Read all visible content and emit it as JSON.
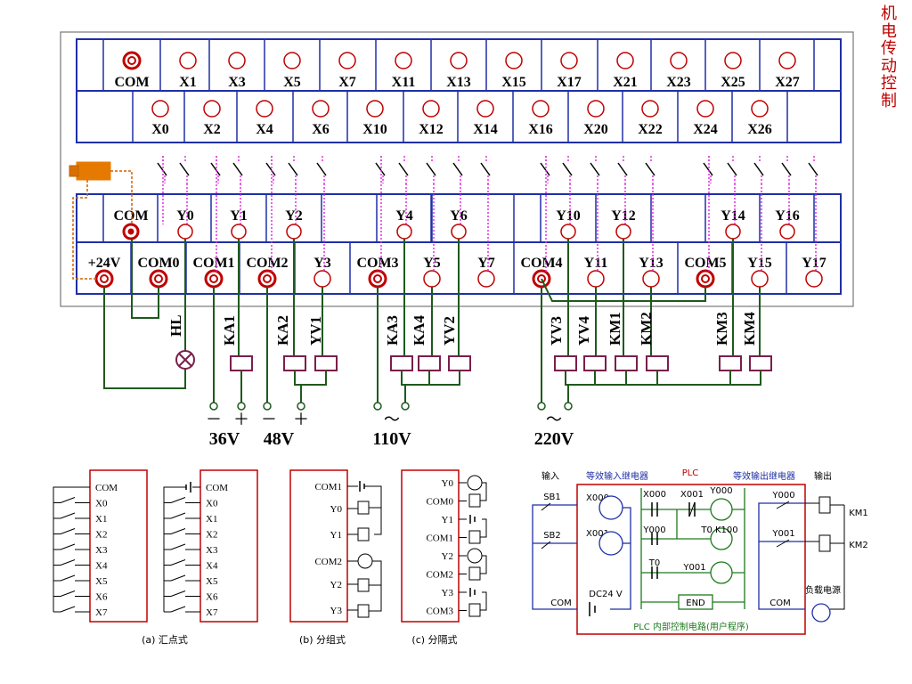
{
  "side_title": [
    "机",
    "电",
    "传",
    "动",
    "控",
    "制"
  ],
  "input_terminals": {
    "row1": [
      "COM",
      "X1",
      "X3",
      "X5",
      "X7",
      "X11",
      "X13",
      "X15",
      "X17",
      "X21",
      "X23",
      "X25",
      "X27"
    ],
    "row2": [
      "X0",
      "X2",
      "X4",
      "X6",
      "X10",
      "X12",
      "X14",
      "X16",
      "X20",
      "X22",
      "X24",
      "X26"
    ]
  },
  "output_terminals": {
    "row1": [
      "COM",
      "Y0",
      "Y1",
      "Y2",
      "Y4",
      "Y6",
      "Y10",
      "Y12",
      "Y14",
      "Y16"
    ],
    "row2": [
      "+24V",
      "COM0",
      "COM1",
      "COM2",
      "Y3",
      "COM3",
      "Y5",
      "Y7",
      "COM4",
      "Y11",
      "Y13",
      "COM5",
      "Y15",
      "Y17"
    ]
  },
  "loads": [
    "HL",
    "KA1",
    "KA2",
    "YV1",
    "KA3",
    "KA4",
    "YV2",
    "YV3",
    "YV4",
    "KM1",
    "KM2",
    "KM3",
    "KM4"
  ],
  "supply_signs": [
    "－",
    "＋",
    "－",
    "＋",
    "～",
    "～"
  ],
  "voltages": [
    "36V",
    "48V",
    "110V",
    "220V"
  ],
  "diagram_a": {
    "labels": [
      "COM",
      "X0",
      "X1",
      "X2",
      "X3",
      "X4",
      "X5",
      "X6",
      "X7"
    ],
    "caption": "(a) 汇点式"
  },
  "diagram_b": {
    "labels": [
      "COM1",
      "Y0",
      "Y1",
      "COM2",
      "Y2",
      "Y3"
    ],
    "caption": "(b) 分组式"
  },
  "diagram_c": {
    "labels": [
      "Y0",
      "COM0",
      "Y1",
      "COM1",
      "Y2",
      "COM2",
      "Y3",
      "COM3"
    ],
    "caption": "(c) 分隔式"
  },
  "plc_diagram": {
    "header_input": "输入",
    "header_equiv_in": "等效输入继电器",
    "header_plc": "PLC",
    "header_equiv_out": "等效输出继电器",
    "header_output": "输出",
    "inputs": [
      "SB1",
      "SB2"
    ],
    "in_contacts": [
      "X000",
      "X001"
    ],
    "com_left": "COM",
    "dc": "DC24 V",
    "ladder": [
      "X000",
      "X001",
      "Y000",
      "Y000",
      "T0 K100",
      "T0",
      "Y001",
      "END"
    ],
    "out_contacts": [
      "Y000",
      "Y001"
    ],
    "coils": [
      "KM1",
      "KM2"
    ],
    "load": "负载电源",
    "com_right": "COM",
    "footer": "PLC 内部控制电路(用户程序)"
  }
}
